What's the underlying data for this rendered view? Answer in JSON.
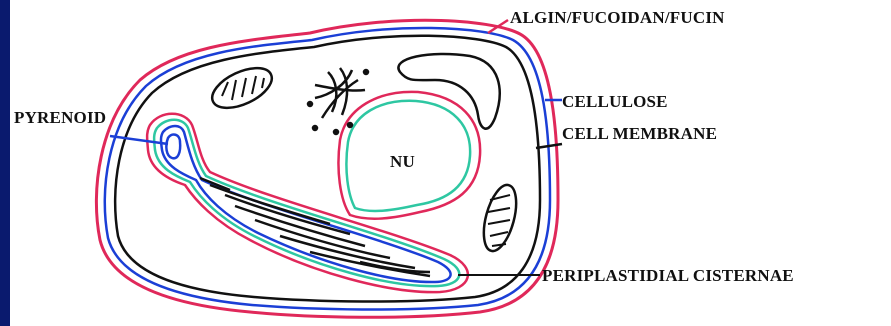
{
  "labels": {
    "wall_outer": "ALGIN/FUCOIDAN/FUCIN",
    "cellulose": "CELLULOSE",
    "membrane": "CELL MEMBRANE",
    "pyrenoid": "PYRENOID",
    "nucleus": "NU",
    "cisternae": "PERIPLASTIDIAL CISTERNAE"
  },
  "colors": {
    "background": "#0a1a6e",
    "algin_layer": "#e0285a",
    "cellulose_layer": "#1b3fd6",
    "cell_membrane": "#111111",
    "nuclear_envelope": "#2ec7a2",
    "canvas": "#ffffff"
  }
}
